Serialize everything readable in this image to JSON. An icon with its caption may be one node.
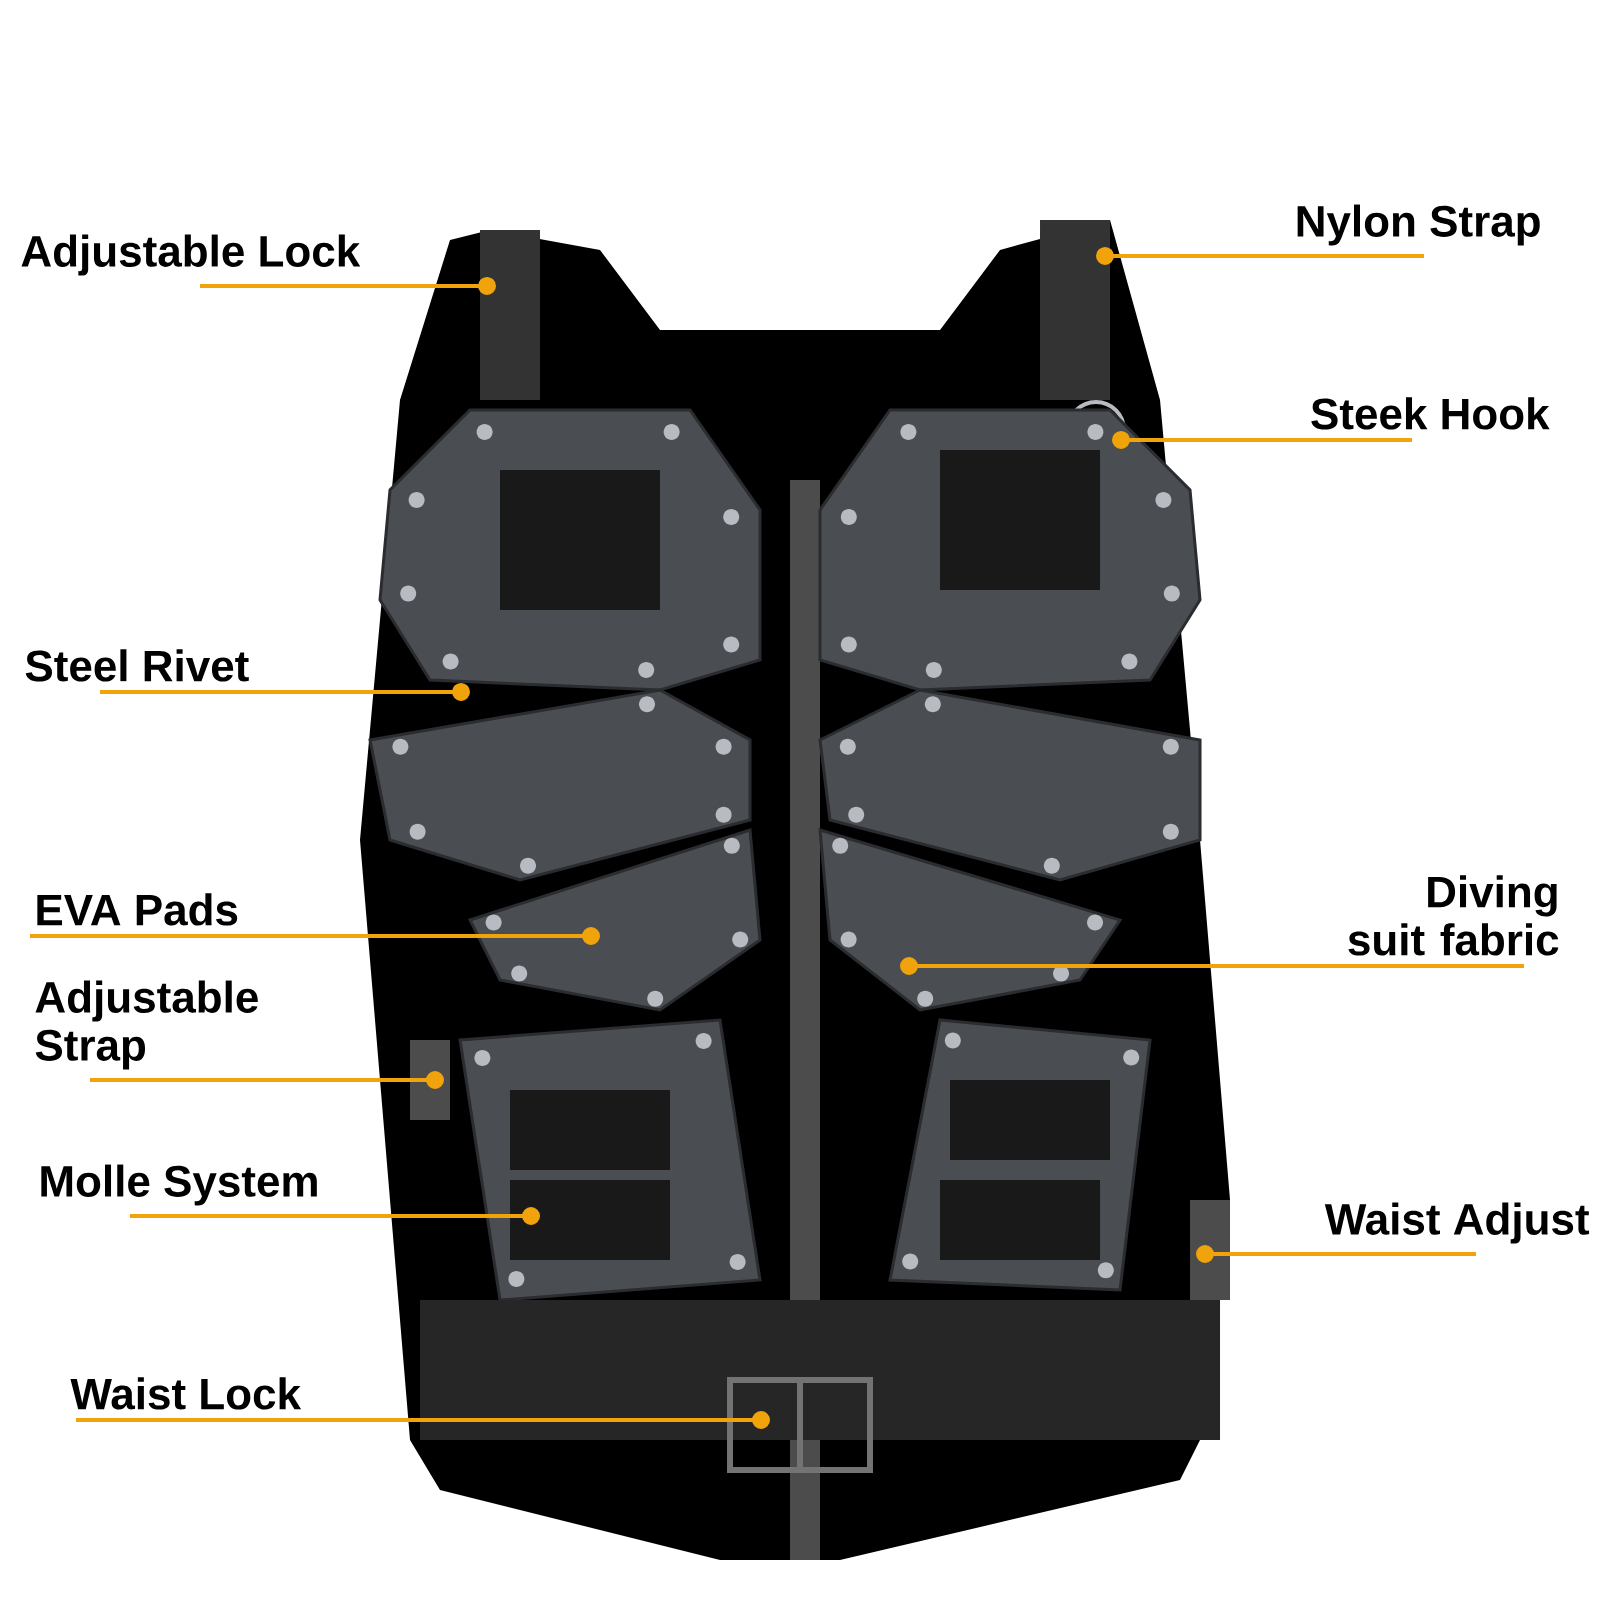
{
  "diagram": {
    "nodes": [
      {
        "text": [
          "Adjustable Lock"
        ]
      },
      {
        "text": [
          "Nylon Strap"
        ]
      },
      {
        "text": [
          "Steek Hook"
        ]
      },
      {
        "text": [
          "Steel Rivet"
        ]
      },
      {
        "text": [
          "EVA Pads"
        ]
      },
      {
        "text": [
          "Diving suit fabric"
        ]
      },
      {
        "text": [
          "Adjustable Strap"
        ]
      },
      {
        "text": [
          "Molle System"
        ]
      },
      {
        "text": [
          "Waist Adjust"
        ]
      },
      {
        "text": [
          "Waist Lock"
        ]
      }
    ],
    "edges": [
      {
        "from": 0,
        "to": null,
        "arrow": "other"
      },
      {
        "from": 1,
        "to": null,
        "arrow": "other"
      },
      {
        "from": 2,
        "to": null,
        "arrow": "other"
      },
      {
        "from": 3,
        "to": null,
        "arrow": "other"
      },
      {
        "from": 4,
        "to": null,
        "arrow": "other"
      },
      {
        "from": 5,
        "to": null,
        "arrow": "other"
      },
      {
        "from": 6,
        "to": null,
        "arrow": "other"
      },
      {
        "from": 7,
        "to": null,
        "arrow": "other"
      },
      {
        "from": 8,
        "to": null,
        "arrow": "other"
      },
      {
        "from": 9,
        "to": null,
        "arrow": "other"
      }
    ]
  }
}
